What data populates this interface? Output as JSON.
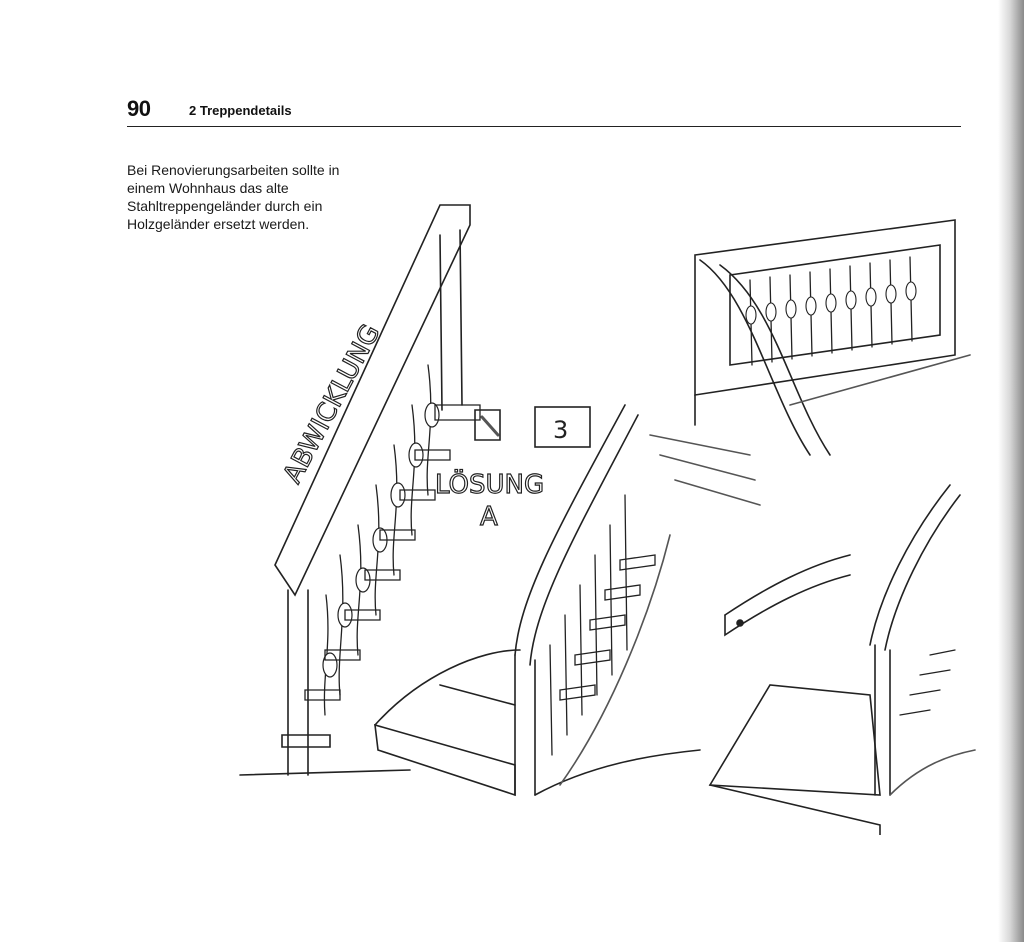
{
  "header": {
    "page_number": "90",
    "chapter_title": "2 Treppendetails"
  },
  "body_text": "Bei Renovierungsarbeiten sollte in einem Wohnhaus das alte Stahltreppengeländer durch ein Holzgeländer ersetzt werden.",
  "sketch": {
    "label_abwicklung": "ABWICKLUNG",
    "label_loesung": "LÖSUNG",
    "label_variant": "A",
    "label_box": "3"
  }
}
